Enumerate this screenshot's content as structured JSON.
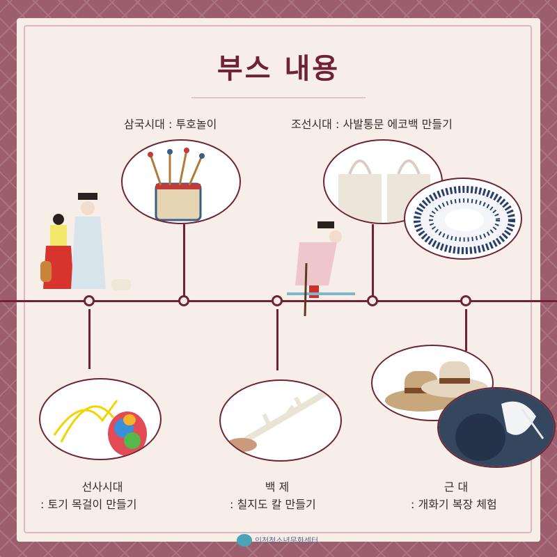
{
  "title": "부스 내용",
  "items": [
    {
      "era": "삼국시대 : 투호놀이"
    },
    {
      "era": "조선시대 : 사발통문 에코백 만들기"
    },
    {
      "era": "선사시대",
      "activity": ": 토기 목걸이 만들기"
    },
    {
      "era": "백  제",
      "activity": ": 칠지도 칼 만들기"
    },
    {
      "era": "근  대",
      "activity": ": 개화기 복장 체험"
    }
  ],
  "footer": {
    "org": "인천청소년문화센터"
  },
  "colors": {
    "accent": "#6e2234",
    "paper": "#f6eee7",
    "frame": "#9c5d6c"
  }
}
